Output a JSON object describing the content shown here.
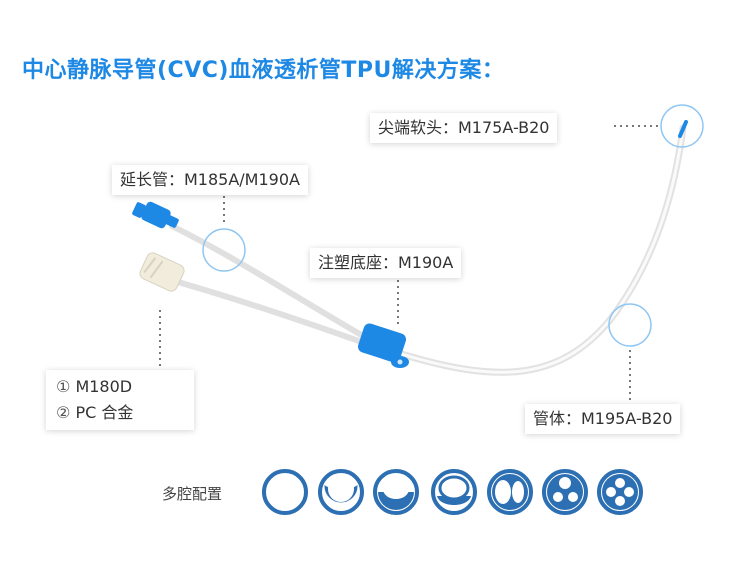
{
  "title": "中心静脉导管(CVC)血液透析管TPU解决方案：",
  "labels": {
    "tip": "尖端软头：M175A-B20",
    "extension": "延长管：M185A/M190A",
    "hub": "注塑底座：M190A",
    "body": "管体：M195A-B20"
  },
  "connector": {
    "line1_mark": "①",
    "line1_text": "M180D",
    "line2_mark": "②",
    "line2_text": "PC 合金"
  },
  "lumen_config_label": "多腔配置",
  "colors": {
    "accent": "#1e88e5",
    "lumen_ring": "#2d6fb3"
  }
}
